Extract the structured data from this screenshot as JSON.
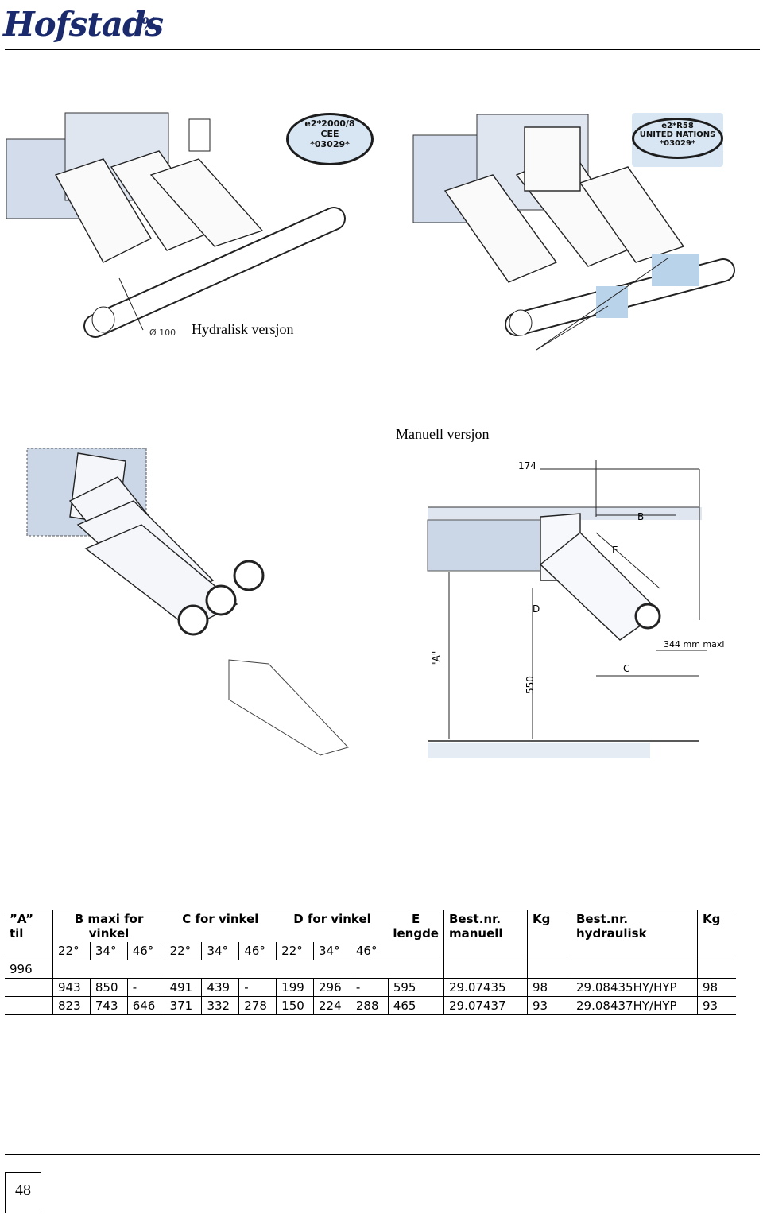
{
  "header": {
    "brand": "Hofstads",
    "brand_mark": "%"
  },
  "captions": {
    "top": "Hydralisk versjon",
    "middle": "Manuell versjon"
  },
  "stamps": {
    "left": {
      "line1": "e2*2000/8",
      "line2": "CEE",
      "line3": "*03029*"
    },
    "right": {
      "line1": "e2*R58",
      "line2": "UNITED NATIONS",
      "line3": "*03029*"
    }
  },
  "drawing_labels": {
    "diameter": "Ø 100",
    "dim_174": "174",
    "dim_B": "B",
    "dim_E": "E",
    "dim_D": "D",
    "dim_C": "C",
    "dim_A": "\"A\"",
    "dim_550": "550",
    "dim_344": "344 mm maxi"
  },
  "table": {
    "headers": {
      "a": [
        "”A”",
        "til"
      ],
      "b": [
        "B maxi for",
        "vinkel"
      ],
      "c": "C for vinkel",
      "d": "D for vinkel",
      "e": [
        "E",
        "lengde"
      ],
      "best_manuell": [
        "Best.nr.",
        "manuell"
      ],
      "kg1": "Kg",
      "best_hydraulisk": [
        "Best.nr.",
        "hydraulisk"
      ],
      "kg2": "Kg"
    },
    "angles": [
      "22°",
      "34°",
      "46°",
      "22°",
      "34°",
      "46°",
      "22°",
      "34°",
      "46°"
    ],
    "group_label": "996",
    "rows": [
      [
        "943",
        "850",
        "-",
        "491",
        "439",
        "-",
        "199",
        "296",
        "-",
        "595",
        "29.07435",
        "98",
        "29.08435HY/HYP",
        "98"
      ],
      [
        "823",
        "743",
        "646",
        "371",
        "332",
        "278",
        "150",
        "224",
        "288",
        "465",
        "29.07437",
        "93",
        "29.08437HY/HYP",
        "93"
      ]
    ]
  },
  "footer": {
    "page_number": "48"
  }
}
